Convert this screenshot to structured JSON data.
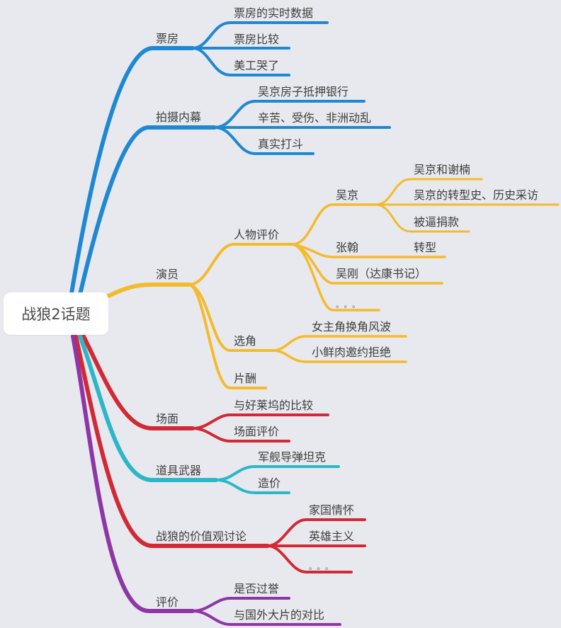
{
  "colors": {
    "background": "#e8e9ee",
    "box_office": "#1f88d2",
    "cast": "#f3bb2c",
    "scene": "#d12a36",
    "props": "#2cb7c8",
    "values": "#d12a36",
    "review": "#8e36a6"
  },
  "root": {
    "label": "战狼2话题"
  },
  "branches": [
    {
      "label": "票房",
      "children": [
        {
          "label": "票房的实时数据"
        },
        {
          "label": "票房比较"
        },
        {
          "label": "美工哭了"
        }
      ]
    },
    {
      "label": "拍摄内幕",
      "children": [
        {
          "label": "吴京房子抵押银行"
        },
        {
          "label": "辛苦、受伤、非洲动乱"
        },
        {
          "label": "真实打斗"
        }
      ]
    },
    {
      "label": "演员",
      "children": [
        {
          "label": "人物评价",
          "children": [
            {
              "label": "吴京",
              "children": [
                {
                  "label": "吴京和谢楠"
                },
                {
                  "label": "吴京的转型史、历史采访"
                },
                {
                  "label": "被逼捐款"
                }
              ]
            },
            {
              "label": "张翰",
              "note": "转型"
            },
            {
              "label": "吴刚（达康书记）"
            },
            {
              "label": "。。。"
            }
          ]
        },
        {
          "label": "选角",
          "children": [
            {
              "label": "女主角换角风波"
            },
            {
              "label": "小鲜肉邀约拒绝"
            }
          ]
        },
        {
          "label": "片酬"
        }
      ]
    },
    {
      "label": "场面",
      "children": [
        {
          "label": "与好莱坞的比较"
        },
        {
          "label": "场面评价"
        }
      ]
    },
    {
      "label": "道具武器",
      "children": [
        {
          "label": "军舰导弹坦克"
        },
        {
          "label": "造价"
        }
      ]
    },
    {
      "label": "战狼的价值观讨论",
      "children": [
        {
          "label": "家国情怀"
        },
        {
          "label": "英雄主义"
        },
        {
          "label": "。。。"
        }
      ]
    },
    {
      "label": "评价",
      "children": [
        {
          "label": "是否过誉"
        },
        {
          "label": "与国外大片的对比"
        }
      ]
    }
  ]
}
